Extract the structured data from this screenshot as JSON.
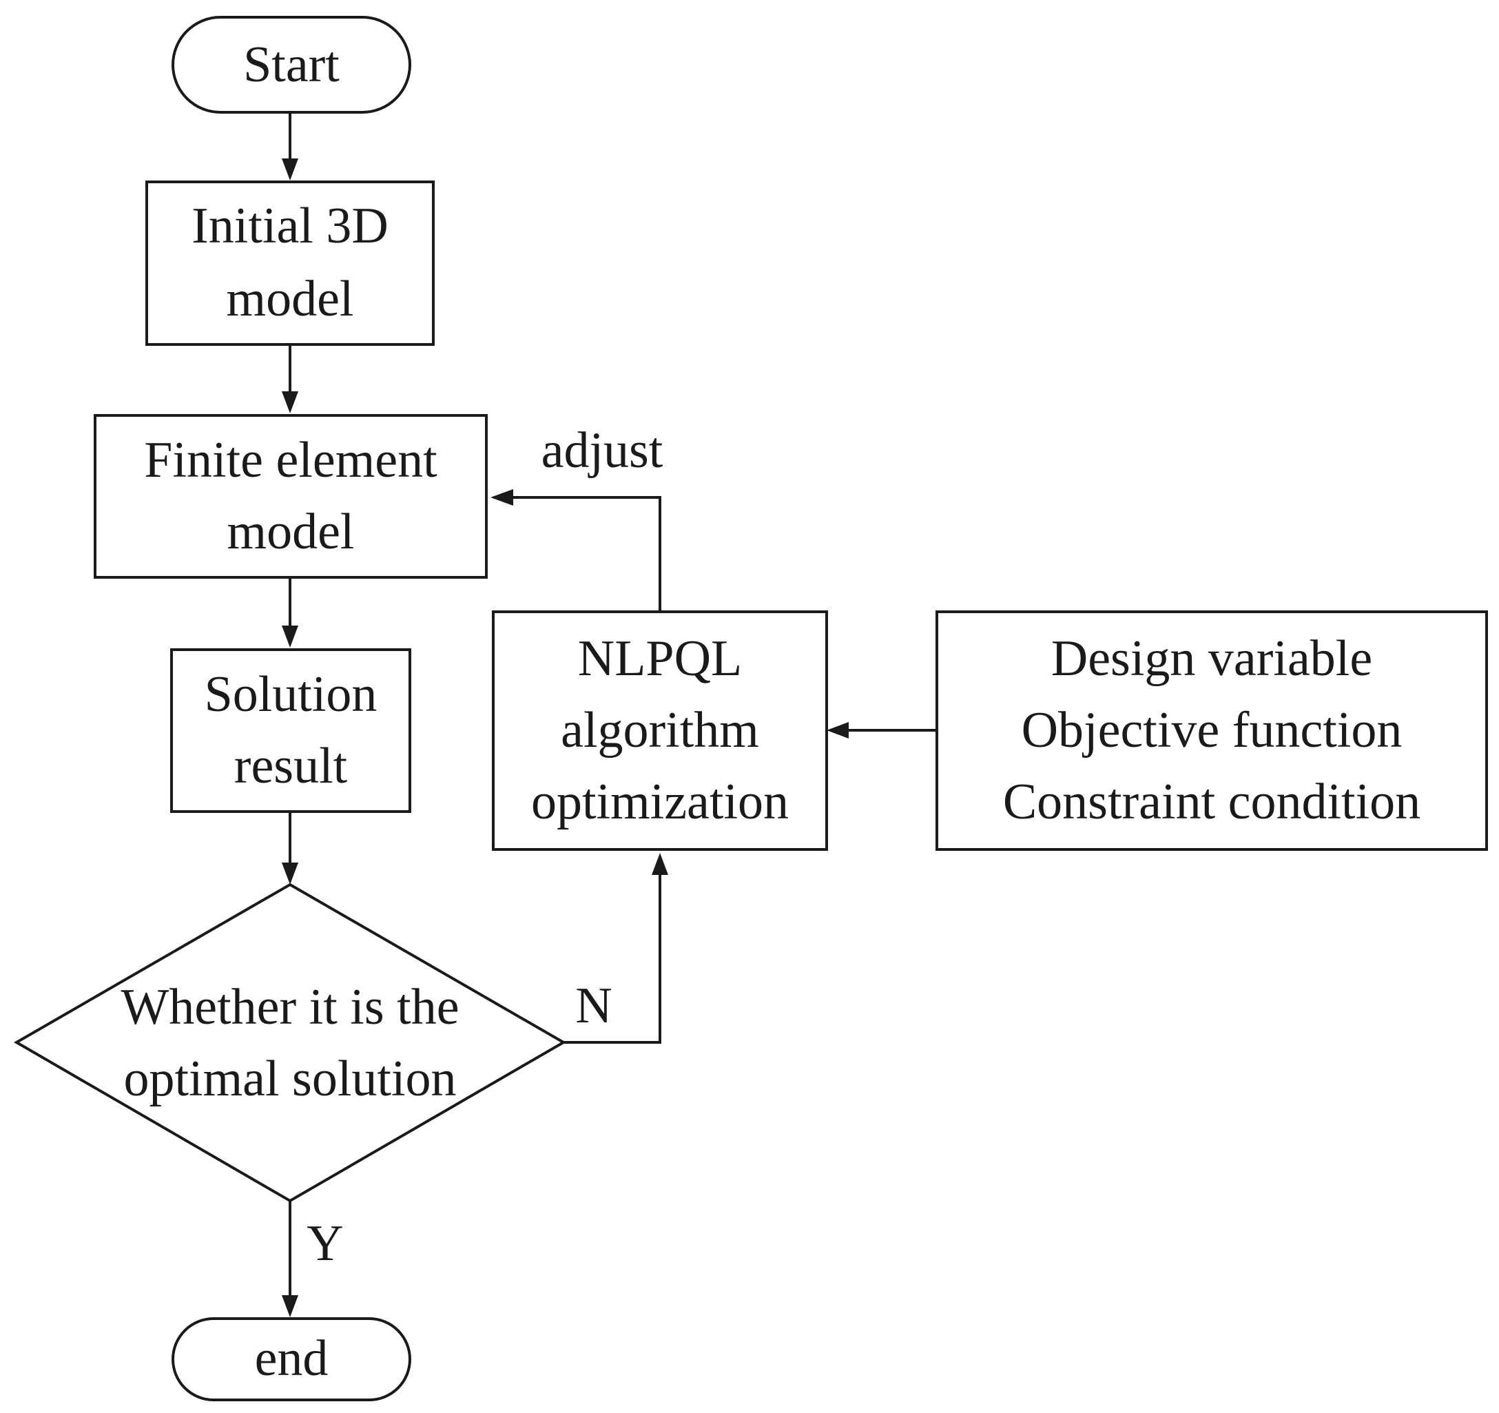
{
  "diagram": {
    "nodes": {
      "start": {
        "lines": [
          "Start"
        ]
      },
      "initial_model": {
        "lines": [
          "Initial 3D",
          "model"
        ]
      },
      "finite_element": {
        "lines": [
          "Finite element",
          "model"
        ]
      },
      "solution_result": {
        "lines": [
          "Solution",
          "result"
        ]
      },
      "decision": {
        "lines": [
          "Whether it is the",
          "optimal solution"
        ]
      },
      "nlpql": {
        "lines": [
          "NLPQL",
          "algorithm",
          "optimization"
        ]
      },
      "design_inputs": {
        "lines": [
          "Design variable",
          "Objective function",
          "Constraint condition"
        ]
      },
      "end": {
        "lines": [
          "end"
        ]
      }
    },
    "edge_labels": {
      "adjust": "adjust",
      "no": "N",
      "yes": "Y"
    },
    "colors": {
      "stroke": "#1a1a1a",
      "background": "#ffffff"
    }
  }
}
